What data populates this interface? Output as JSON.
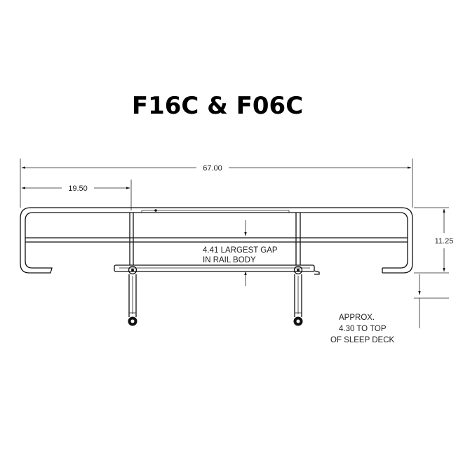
{
  "title": "F16C & F06C",
  "dimensions": {
    "overall_width": "67.00",
    "left_offset": "19.50",
    "height": "11.25"
  },
  "notes": {
    "gap_line1": "4.41 LARGEST GAP",
    "gap_line2": "IN RAIL BODY",
    "deck_line1": "APPROX.",
    "deck_line2": "4.30 TO TOP",
    "deck_line3": "OF SLEEP DECK"
  },
  "colors": {
    "line": "#111111",
    "background": "#ffffff"
  }
}
